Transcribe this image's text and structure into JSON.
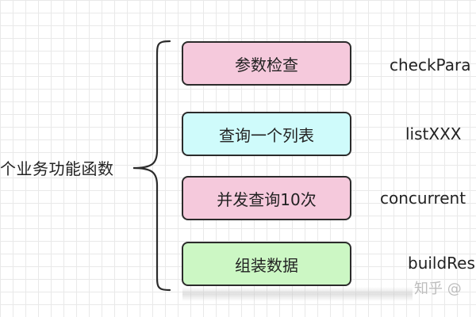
{
  "diagram": {
    "root": {
      "label": "个业务功能函数"
    },
    "steps": [
      {
        "label": "参数检查",
        "code": "checkPara",
        "fill": "#f5c9dc"
      },
      {
        "label": "查询一个列表",
        "code": "listXXX",
        "fill": "#cffbfb"
      },
      {
        "label": "并发查询10次",
        "code": "concurrent",
        "fill": "#f5c9dc"
      },
      {
        "label": "组装数据",
        "code": "buildRes",
        "fill": "#ccf7c4"
      }
    ],
    "colors": {
      "border": "#2b2b2b",
      "brace": "#2b2b2b",
      "grid": "#e9e9e9",
      "background": "#ffffff"
    }
  },
  "watermark": {
    "text": "知乎 @"
  }
}
